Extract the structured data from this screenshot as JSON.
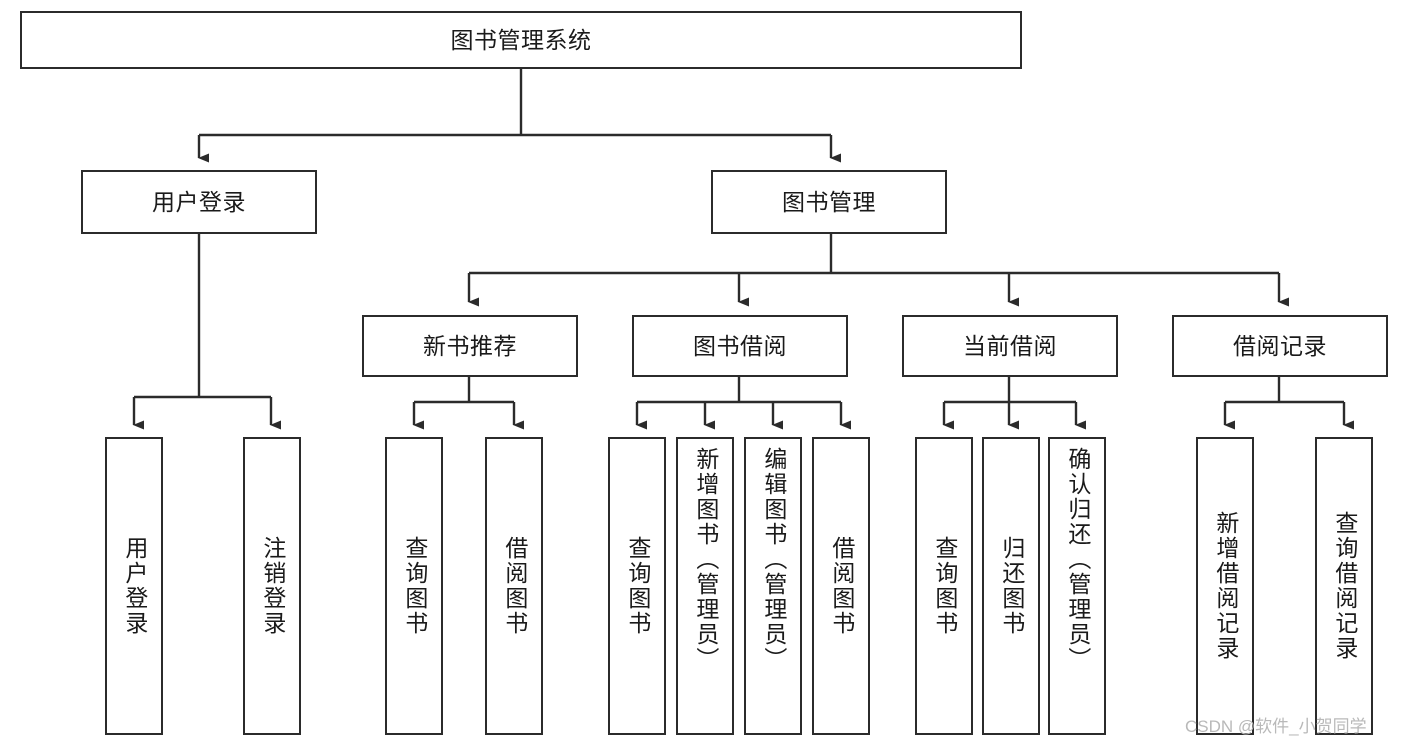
{
  "diagram": {
    "type": "tree-hierarchy",
    "title": "图书管理系统",
    "watermark": "CSDN @软件_小贺同学",
    "colors": {
      "border": "#2b2b2b",
      "background": "#ffffff",
      "text": "#1a1a1a",
      "edge": "#2b2b2b",
      "watermark": "#b9b9b9"
    },
    "levels": {
      "root": {
        "label": "图书管理系统"
      },
      "level2": [
        {
          "label": "用户登录"
        },
        {
          "label": "图书管理"
        }
      ],
      "level3": [
        {
          "label": "新书推荐"
        },
        {
          "label": "图书借阅"
        },
        {
          "label": "当前借阅"
        },
        {
          "label": "借阅记录"
        }
      ],
      "leaves": {
        "user_login": [
          {
            "label": "用户登录"
          },
          {
            "label": "注销登录"
          }
        ],
        "new_book_recommend": [
          {
            "label": "查询图书"
          },
          {
            "label": "借阅图书"
          }
        ],
        "book_borrow": [
          {
            "label": "查询图书"
          },
          {
            "label": "新增图书（管理员）"
          },
          {
            "label": "编辑图书（管理员）"
          },
          {
            "label": "借阅图书"
          }
        ],
        "current_borrow": [
          {
            "label": "查询图书"
          },
          {
            "label": "归还图书"
          },
          {
            "label": "确认归还（管理员）"
          }
        ],
        "borrow_record": [
          {
            "label": "新增借阅记录"
          },
          {
            "label": "查询借阅记录"
          }
        ]
      }
    }
  }
}
